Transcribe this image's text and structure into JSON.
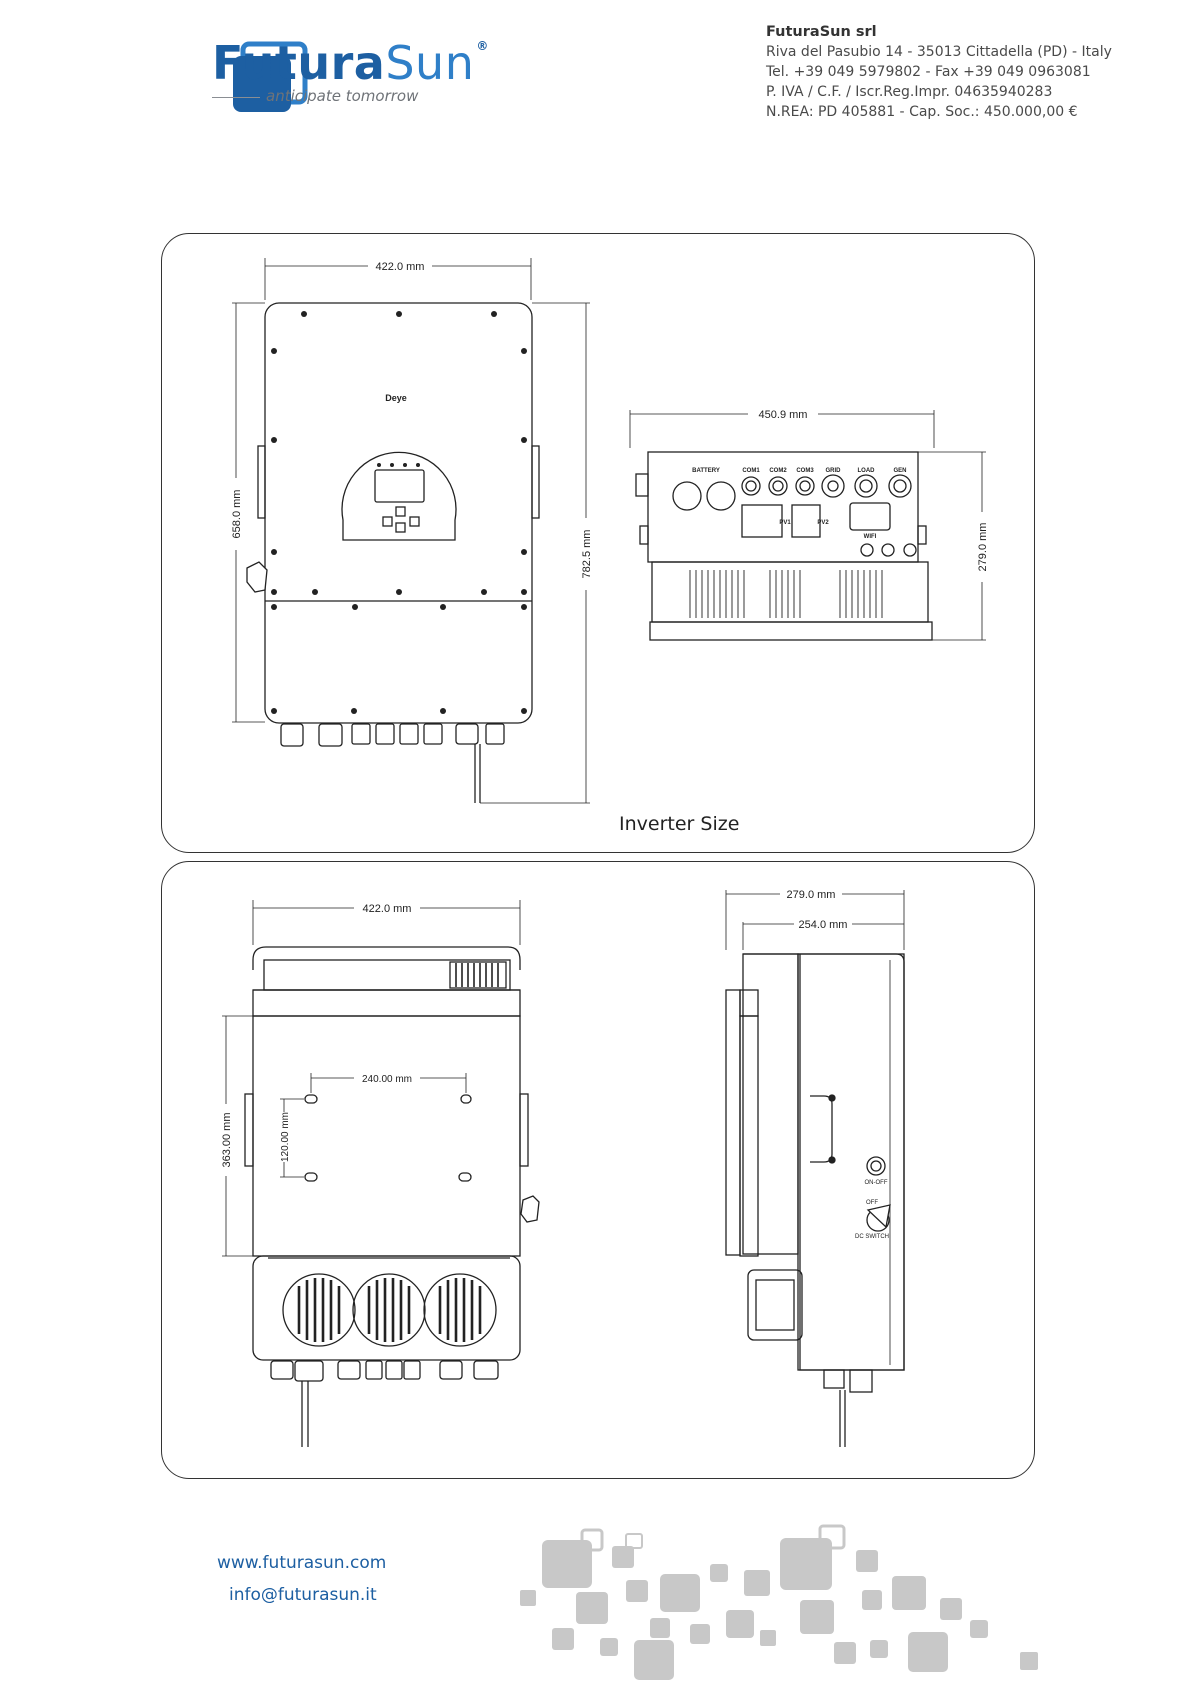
{
  "header": {
    "brand_bold": "Futura",
    "brand_light": "Sun",
    "registered": "®",
    "tagline": "anticipate tomorrow",
    "company_name": "FuturaSun srl",
    "address": "Riva del Pasubio 14 - 35013 Cittadella (PD) - Italy",
    "phone": "Tel. +39 049 5979802 - Fax +39 049 0963081",
    "vat": "P. IVA / C.F. / Iscr.Reg.Impr. 04635940283",
    "rea": "N.REA: PD 405881 - Cap. Soc.: 450.000,00 €"
  },
  "panel1": {
    "caption": "Inverter Size",
    "front_width": "422.0 mm",
    "front_height": "658.0 mm",
    "front_total_height": "782.5 mm",
    "bottom_width": "450.9 mm",
    "bottom_depth": "279.0 mm",
    "bottom_labels": [
      "BATTERY",
      "COM1",
      "COM2",
      "COM3",
      "GRID",
      "LOAD",
      "GEN",
      "PV1",
      "PV2",
      "WIFI"
    ],
    "display_brand": "Deye"
  },
  "panel2": {
    "back_width": "422.0 mm",
    "back_height": "363.00 mm",
    "hole_spacing_h": "240.00 mm",
    "hole_spacing_v": "120.00 mm",
    "side_depth_total": "279.0 mm",
    "side_depth_body": "254.0 mm",
    "switch_on_off": "ON-OFF",
    "switch_dc": "DC SWITCH",
    "switch_off": "OFF"
  },
  "footer": {
    "website": "www.futurasun.com",
    "email": "info@futurasun.it"
  },
  "colors": {
    "brand_blue": "#1d5fa2",
    "pattern_grey": "#c8c8c8",
    "line": "#222222"
  }
}
